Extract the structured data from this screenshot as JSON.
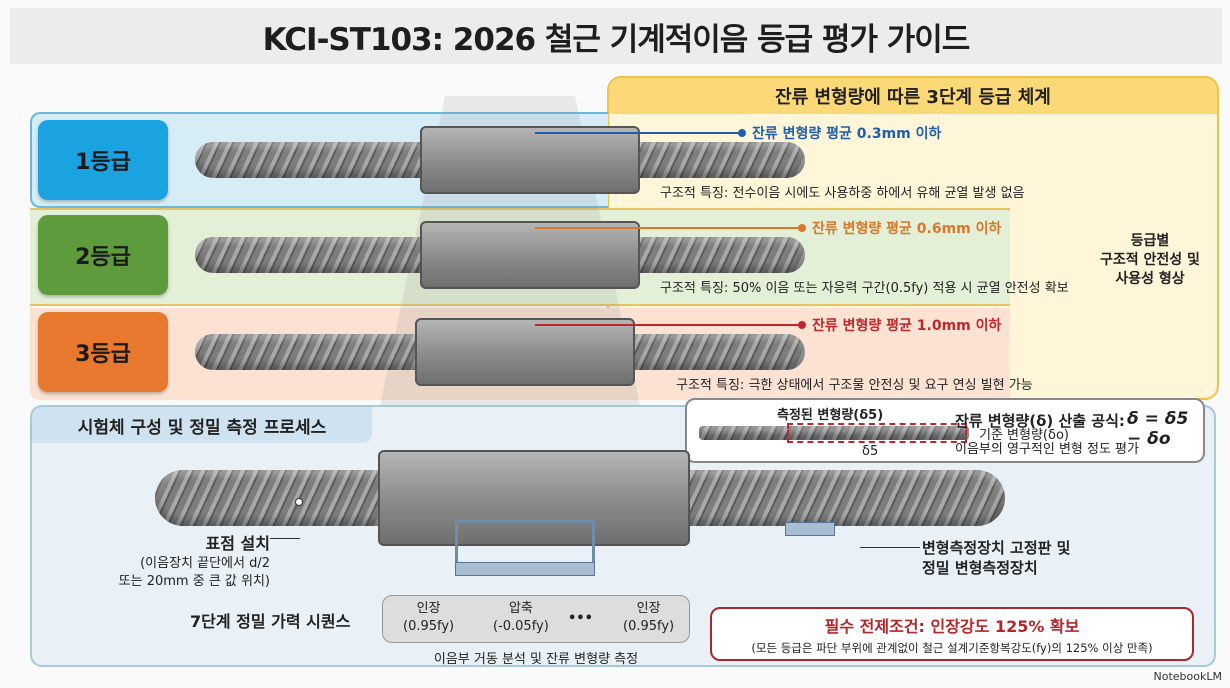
{
  "title": "KCI-ST103: 2026 철근 기계적이음 등급 평가 가이드",
  "grades_panel": {
    "header": "잔류 변형량에 따른 3단계 등급 체계",
    "side_note": [
      "등급별",
      "구조적 안전성 및",
      "사용성 형상"
    ],
    "grades": [
      {
        "label": "1등급",
        "color": "#1aa3e0",
        "line_color": "#1f5fa8",
        "limit": "잔류 변형량 평균 0.3mm 이하",
        "feature": "구조적 특징: 전수이음 시에도 사용하중 하에서 유해 균열 발생 없음"
      },
      {
        "label": "2등급",
        "color": "#5d9b3c",
        "line_color": "#d9772a",
        "limit": "잔류 변형량 평균 0.6mm 이하",
        "feature": "구조적 특징: 50% 이음 또는 자응력 구간(0.5fy) 적용 시 균열 안전성 확보"
      },
      {
        "label": "3등급",
        "color": "#e8782e",
        "line_color": "#c0272d",
        "limit": "잔류 변형량 평균 1.0mm 이하",
        "feature": "구조적 특징: 극한 상태에서 구조물 안전싱 및 요구 연싱 빌현 가능"
      }
    ]
  },
  "process_panel": {
    "header": "시험체 구성 및 정밀 측정 프로세스",
    "formula": {
      "measured": "측정된 변형량(δ5)",
      "reference": "기준 변형량(δo)",
      "dim": "δ5",
      "title": "잔류 변형량(δ) 산출 공식:",
      "equation": "δ = δ5 − δo",
      "desc": "이음부의 영구적인 변형 정도 평가"
    },
    "gauge_point": {
      "title": "표점 설치",
      "desc1": "(이음장치 끝단에서 d/2",
      "desc2": "또는 20mm 중 큰 값 위치)"
    },
    "device": {
      "line1": "변형측정장치 고정판 및",
      "line2": "정밀 변형측정장치"
    },
    "sequence": {
      "title": "7단계 정밀 가력 시퀀스",
      "steps": [
        {
          "name": "인장",
          "value": "(0.95fy)"
        },
        {
          "name": "압축",
          "value": "(-0.05fy)"
        },
        {
          "name": "인장",
          "value": "(0.95fy)"
        }
      ],
      "ellipsis": "•••",
      "caption": "이음부 거동 분석 및 잔류 변형량 측정"
    },
    "requirement": {
      "title": "필수 전제조건: 인장강도 125% 확보",
      "desc": "(모든 등급은 파단 부위에 관계없이 철근 설계기준항복강도(fy)의 125% 이상 만족)"
    }
  },
  "watermark": "NotebookLM"
}
